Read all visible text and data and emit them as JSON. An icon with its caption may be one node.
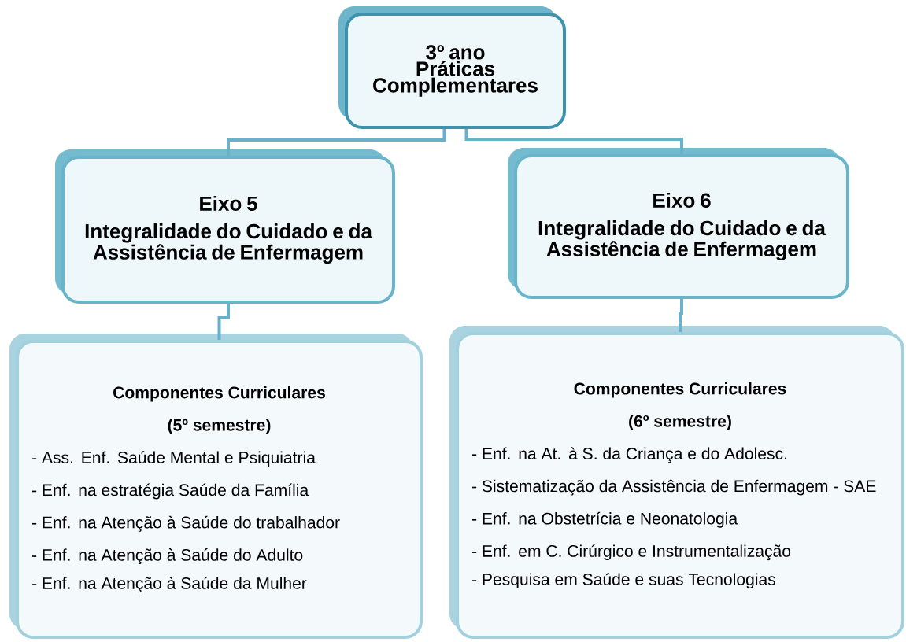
{
  "diagram": {
    "nodes": [
      {
        "text": [
          "3º ano",
          "Práticas Complementares"
        ]
      },
      {
        "text": [
          "Eixo 5",
          "Integralidade do Cuidado e da Assistência de Enfermagem"
        ]
      },
      {
        "text": [
          "Eixo 6",
          "Integralidade do Cuidado e da Assistência de Enfermagem"
        ]
      },
      {
        "text": [
          "Componentes Curriculares",
          "(5º semestre)",
          "- Ass. Enf. Saúde Mental e Psiquiatria",
          "- Enf. na estratégia Saúde da Família",
          "- Enf. na Atenção à Saúde do trabalhador",
          "- Enf. na Atenção à Saúde do Adulto",
          "- Enf. na Atenção à Saúde da Mulher"
        ]
      },
      {
        "text": [
          "Componentes Curriculares",
          "(6º semestre)",
          "- Enf. na At. à S. da Criança e do Adolesc.",
          "- Sistematização da Assistência de Enfermagem - SAE",
          "- Enf. na Obstetrícia e Neonatologia",
          "- Enf. em C. Cirúrgico e Instrumentalização",
          "- Pesquisa em Saúde e suas Tecnologias"
        ]
      }
    ],
    "edges": [
      {
        "from": 0,
        "to": 1,
        "arrow": "none"
      },
      {
        "from": 0,
        "to": 2,
        "arrow": "none"
      },
      {
        "from": 1,
        "to": 3,
        "arrow": "none"
      },
      {
        "from": 2,
        "to": 4,
        "arrow": "none"
      }
    ]
  }
}
